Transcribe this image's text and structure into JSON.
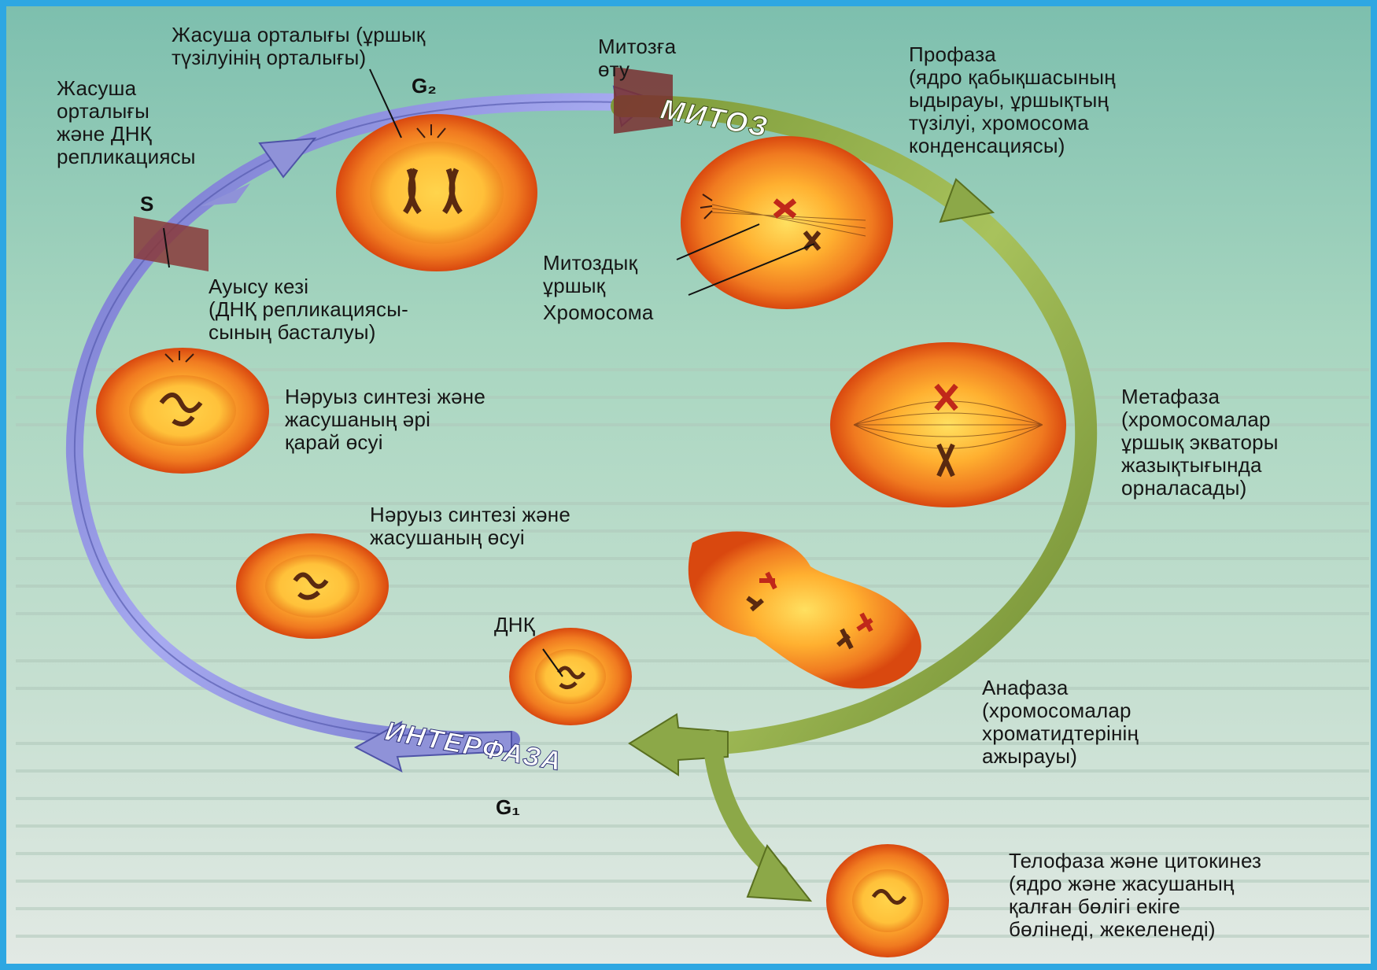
{
  "diagram": {
    "big_labels": {
      "mitosis": "МИТОЗ",
      "interphase": "ИНТЕРФАЗА"
    },
    "stage_marks": {
      "g2": "G₂",
      "s": "S",
      "g1": "G₁"
    },
    "labels": {
      "centrosome_spindle": "Жасуша орталығы (ұршық\nтүзілуінің орталығы)",
      "enter_mitosis": "Митозға\nөту",
      "centrosome_dna_replication": "Жасуша\nорталығы\nжәне ДНҚ\nрепликациясы",
      "prophase": "Профаза\n(ядро қабықшасының\nыдырауы, ұршықтың\nтүзілуі, хромосома\nконденсациясы)",
      "transition": "Ауысу кезі\n(ДНҚ репликациясы-\nсының басталуы)",
      "mitotic_spindle": "Митоздық\nұршық",
      "chromosome": "Хромосома",
      "nutrient_growth_further": "Нәруыз синтезі және\nжасушаның әрі\nқарай өсуі",
      "metaphase": "Метафаза\n(хромосомалар\nұршық экваторы\nжазықтығында\nорналасады)",
      "nutrient_growth": "Нәруыз синтезі және\nжасушаның өсуі",
      "dna": "ДНҚ",
      "anaphase": "Анафаза\n(хромосомалар\nхроматидтерінің\nажырауы)",
      "telophase": "Телофаза және цитокинез\n(ядро және жасушаның\nқалған бөлігі екіге\nбөлінеді, жекеленеді)"
    },
    "colors": {
      "background": "#9ccdb9",
      "interphase_arrow": "#8f92d8",
      "mitosis_arrow": "#8ca848",
      "cell_outer": "#e85a1a",
      "cell_inner": "#ffd040",
      "nucleus": "#f6a030",
      "checkpoint": "#8a3a3a",
      "frame": "#2ea7e2"
    }
  }
}
